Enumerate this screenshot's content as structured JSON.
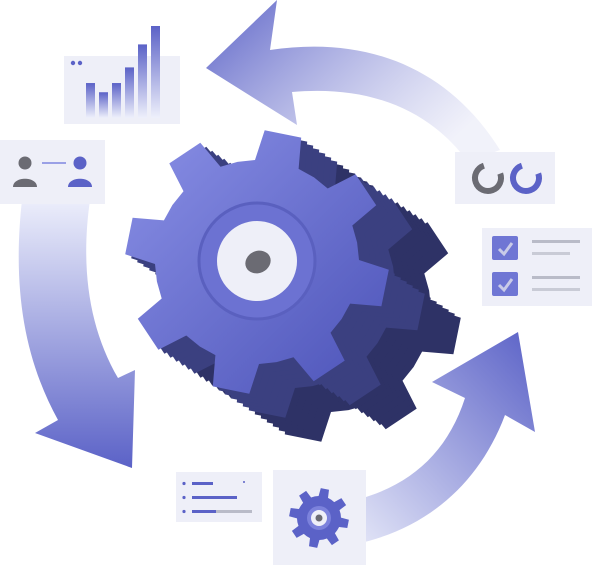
{
  "illustration": {
    "colors": {
      "primary": "#5b62c7",
      "primary_light": "#7c82dc",
      "primary_dark": "#3a3f7a",
      "gear_shadow": "#2e3266",
      "card_bg": "#eeeff8",
      "gray": "#6b6b73",
      "line_gray": "#c9cbd6"
    },
    "elements": {
      "center_gear": "gear-icon",
      "cycle_arrows": [
        "arrow-top",
        "arrow-left",
        "arrow-bottom-right"
      ],
      "cards": [
        "bar-chart-card",
        "users-card",
        "donut-card",
        "checklist-card",
        "progress-card",
        "small-gear-card"
      ]
    },
    "bar_chart": {
      "values": [
        0.38,
        0.28,
        0.38,
        0.55,
        0.8,
        1.0
      ]
    },
    "donuts": [
      {
        "color": "gray",
        "fill": 0.75
      },
      {
        "color": "primary",
        "fill": 0.75
      }
    ],
    "checklist": {
      "items": 2,
      "checked": 2
    },
    "progress": {
      "bars": [
        0.35,
        0.75,
        0.4
      ]
    }
  }
}
